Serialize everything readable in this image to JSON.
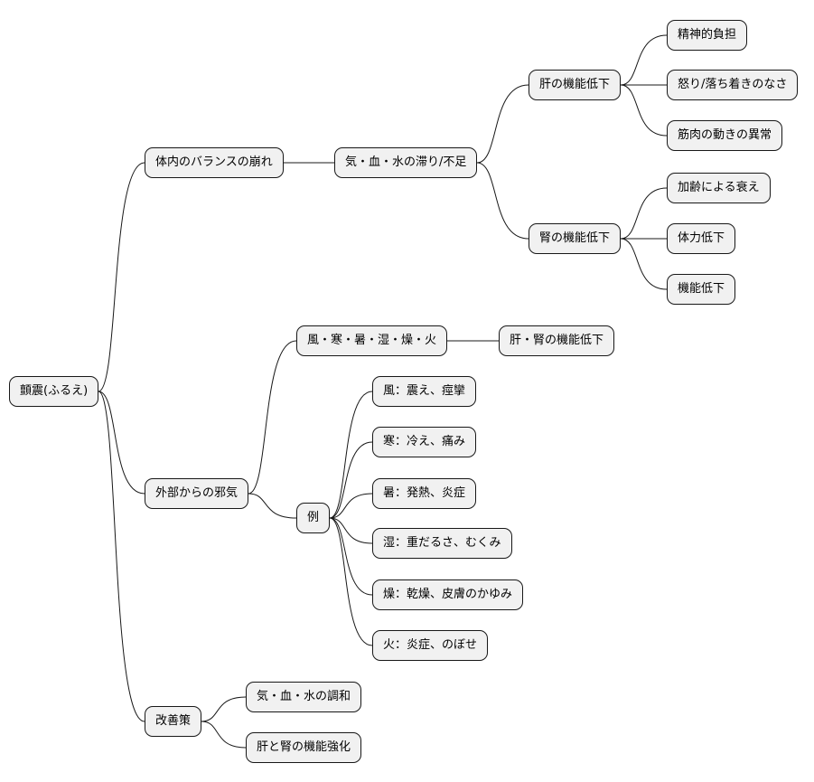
{
  "mindmap": {
    "root": {
      "id": "root",
      "label": "顫震(ふるえ)",
      "children": [
        {
          "id": "imbalance",
          "label": "体内のバランスの崩れ",
          "children": [
            {
              "id": "stagnation",
              "label": "気・血・水の滞り/不足",
              "children": [
                {
                  "id": "liver-decline",
                  "label": "肝の機能低下",
                  "children": [
                    {
                      "id": "mental-burden",
                      "label": "精神的負担"
                    },
                    {
                      "id": "anger-restless",
                      "label": "怒り/落ち着きのなさ"
                    },
                    {
                      "id": "muscle-abnormal",
                      "label": "筋肉の動きの異常"
                    }
                  ]
                },
                {
                  "id": "kidney-decline",
                  "label": "腎の機能低下",
                  "children": [
                    {
                      "id": "aging",
                      "label": "加齢による衰え"
                    },
                    {
                      "id": "stamina-decline",
                      "label": "体力低下"
                    },
                    {
                      "id": "function-decline",
                      "label": "機能低下"
                    }
                  ]
                }
              ]
            }
          ]
        },
        {
          "id": "external-evil",
          "label": "外部からの邪気",
          "children": [
            {
              "id": "six-evils",
              "label": "風・寒・暑・湿・燥・火",
              "children": [
                {
                  "id": "liver-kidney-decline",
                  "label": "肝・腎の機能低下"
                }
              ]
            },
            {
              "id": "examples",
              "label": "例",
              "children": [
                {
                  "id": "ex-wind",
                  "label": "風：震え、痙攣"
                },
                {
                  "id": "ex-cold",
                  "label": "寒：冷え、痛み"
                },
                {
                  "id": "ex-heat",
                  "label": "暑：発熱、炎症"
                },
                {
                  "id": "ex-damp",
                  "label": "湿：重だるさ、むくみ"
                },
                {
                  "id": "ex-dry",
                  "label": "燥：乾燥、皮膚のかゆみ"
                },
                {
                  "id": "ex-fire",
                  "label": "火：炎症、のぼせ"
                }
              ]
            }
          ]
        },
        {
          "id": "remedy",
          "label": "改善策",
          "children": [
            {
              "id": "harmonize",
              "label": "気・血・水の調和"
            },
            {
              "id": "strengthen",
              "label": "肝と腎の機能強化"
            }
          ]
        }
      ]
    }
  },
  "colors": {
    "node_fill": "#f1f1f1",
    "node_border": "#181818",
    "edge": "#181818",
    "background": "#ffffff"
  }
}
